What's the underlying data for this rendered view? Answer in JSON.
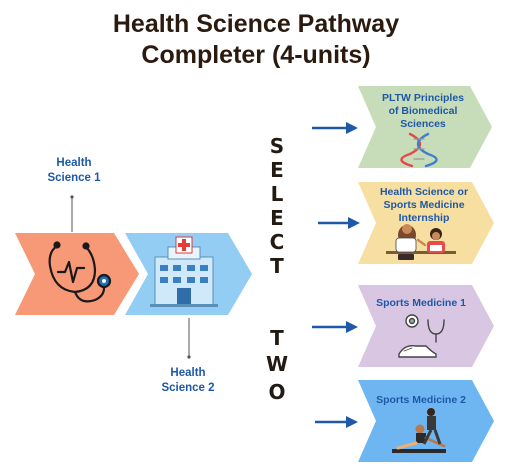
{
  "title": {
    "line1": "Health Science Pathway",
    "line2": "Completer (4-units)"
  },
  "required_courses": [
    {
      "line1": "Health",
      "line2": "Science 1",
      "icon": "stethoscope-icon",
      "color": "#f79876"
    },
    {
      "line1": "Health",
      "line2": "Science 2",
      "icon": "hospital-icon",
      "color": "#93cdf3"
    }
  ],
  "select_word": [
    "S",
    "E",
    "L",
    "E",
    "C",
    "T"
  ],
  "two_word": [
    "T",
    "W",
    "O"
  ],
  "options": [
    {
      "lines": [
        "PLTW Principles",
        "of Biomedical",
        "Sciences"
      ],
      "color": "#c7dcb9",
      "icon": "dna-icon"
    },
    {
      "lines": [
        "Health Science or",
        "Sports Medicine",
        "Internship"
      ],
      "color": "#f6dfa1",
      "icon": "doctor-patient-icon"
    },
    {
      "lines": [
        "Sports Medicine 1"
      ],
      "color": "#d8c6e3",
      "icon": "stethoscope-shoe-icon"
    },
    {
      "lines": [
        "Sports Medicine 2"
      ],
      "color": "#6eb6f2",
      "icon": "stretching-athlete-icon"
    }
  ],
  "colors": {
    "arrow": "#1f58a6",
    "text_dark": "#2b1a0f"
  }
}
